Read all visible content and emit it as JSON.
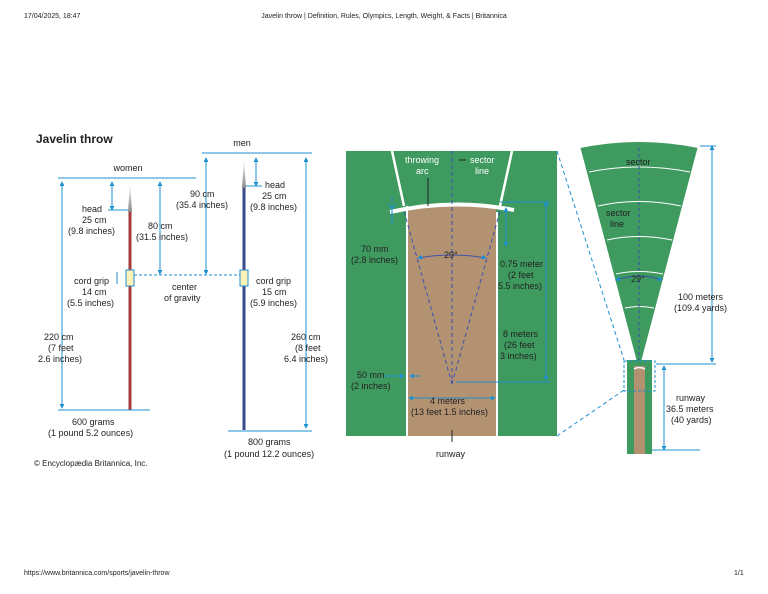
{
  "header": {
    "datetime": "17/04/2025, 18:47",
    "title": "Javelin throw | Definition, Rules, Olympics, Length, Weight, & Facts | Britannica"
  },
  "footer": {
    "url": "https://www.britannica.com/sports/javelin-throw",
    "page": "1/1"
  },
  "diagram": {
    "title": "Javelin throw",
    "women": {
      "label": "women",
      "head": [
        "head",
        "25 cm",
        "(9.8 inches)"
      ],
      "to_grip": [
        "80 cm",
        "(31.5 inches)"
      ],
      "grip": [
        "cord grip",
        "14 cm",
        "(5.5 inches)"
      ],
      "length": [
        "220 cm",
        "(7 feet",
        "2.6 inches)"
      ],
      "weight": [
        "600 grams",
        "(1 pound 5.2 ounces)"
      ]
    },
    "center": [
      "center",
      "of gravity"
    ],
    "men": {
      "label": "men",
      "to_grip": [
        "90 cm",
        "(35.4 inches)"
      ],
      "head": [
        "head",
        "25 cm",
        "(9.8 inches)"
      ],
      "grip": [
        "cord grip",
        "15 cm",
        "(5.9 inches)"
      ],
      "length": [
        "260 cm",
        "(8 feet",
        "6.4 inches)"
      ],
      "weight": [
        "800 grams",
        "(1 pound 12.2 ounces)"
      ]
    },
    "copyright": "© Encyclopædia Britannica, Inc.",
    "runway_detail": {
      "arc": [
        "throwing",
        "arc"
      ],
      "sector_line": [
        "sector",
        "line"
      ],
      "arc_width": [
        "70 mm",
        "(2.8 inches)"
      ],
      "angle": "29°",
      "arc_depth": [
        "0.75 meter",
        "(2 feet",
        "5.5 inches)"
      ],
      "arc_radius": [
        "8 meters",
        "(26 feet",
        "3 inches)"
      ],
      "line_width": [
        "50 mm",
        "(2 inches)"
      ],
      "runway_width": [
        "4 meters",
        "(13 feet 1.5 inches)"
      ],
      "runway_label": "runway"
    },
    "overview": {
      "sector": "sector",
      "sector_line": [
        "sector",
        "line"
      ],
      "angle": "29°",
      "sector_length": [
        "100 meters",
        "(109.4 yards)"
      ],
      "runway": [
        "runway",
        "36.5 meters",
        "(40 yards)"
      ]
    },
    "colors": {
      "field_green": "#3f9a5f",
      "runway_tan": "#b39272",
      "dim_blue": "#1e8fd0",
      "javelin_women": "#a33a3a",
      "javelin_men": "#3a4a8a"
    }
  }
}
